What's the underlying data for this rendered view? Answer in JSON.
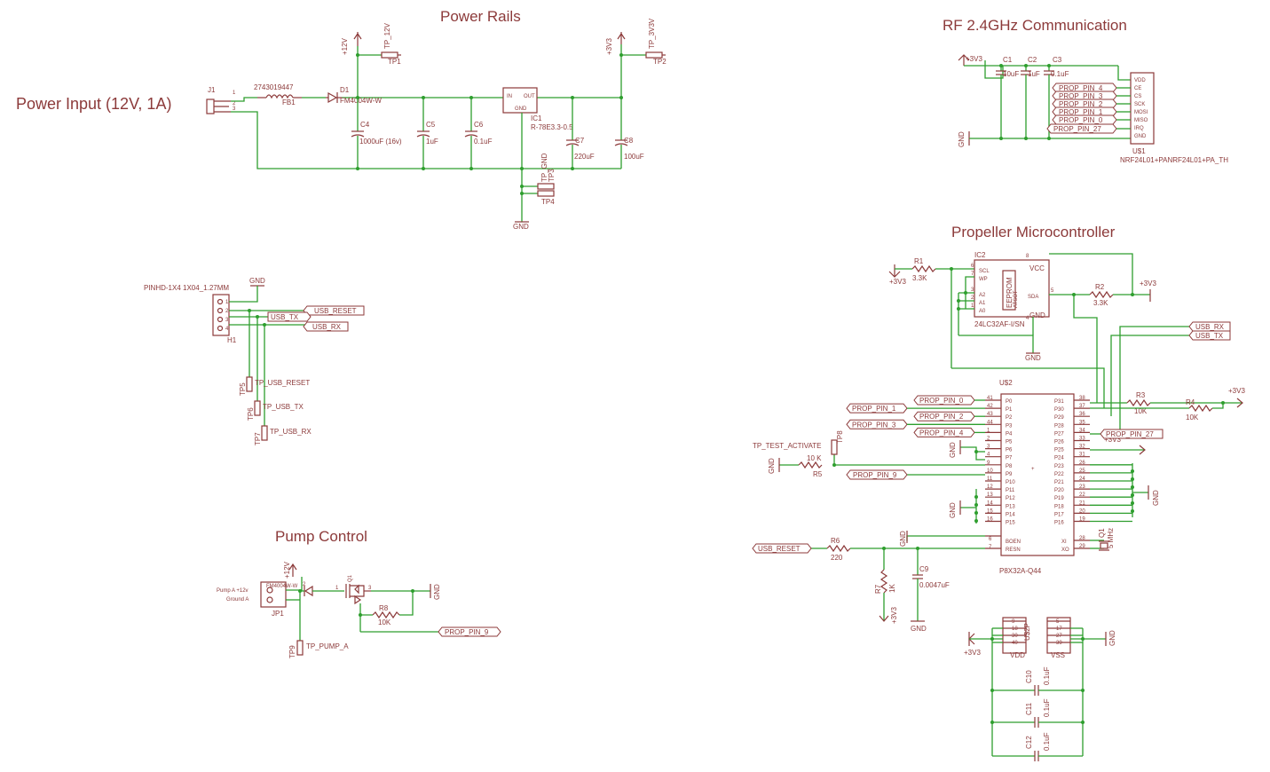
{
  "sections": {
    "power_rails": "Power Rails",
    "power_input": "Power Input (12V, 1A)",
    "rf": "RF 2.4GHz Communication",
    "propeller": "Propeller Microcontroller",
    "pump": "Pump Control"
  },
  "power": {
    "j1": "J1",
    "pin1": "1",
    "pin2": "2",
    "pin3": "3",
    "fb1": "FB1",
    "fb1_val": "2743019447",
    "d1": "D1",
    "d1_val": "FM4004W-W",
    "plus12": "+12V",
    "tp12": "TP_12V",
    "tp1": "TP1",
    "plus3v3": "+3V3",
    "tp3v3": "TP_3V3V",
    "tp2": "TP2",
    "c4": "C4",
    "c4_val": "1000uF (16v)",
    "c5": "C5",
    "c5_val": "1uF",
    "c6": "C6",
    "c6_val": "0.1uF",
    "ic1": "IC1",
    "ic1_val": "R-78E3.3-0.5",
    "ic1_in": "IN",
    "ic1_out": "OUT",
    "ic1_gnd": "GND",
    "c7": "C7",
    "c7_val": "220uF",
    "c8": "C8",
    "c8_val": "100uF",
    "tp_gnd": "TP_GND",
    "tp3": "TP3",
    "tp4": "TP4",
    "gnd": "GND"
  },
  "rf": {
    "plus3v3": "+3V3",
    "c1": "C1",
    "c1_val": "10uF",
    "c2": "C2",
    "c2_val": "1uF",
    "c3": "C3",
    "c3_val": "0.1uF",
    "gnd": "GND",
    "flags": [
      "PROP_PIN_4",
      "PROP_PIN_3",
      "PROP_PIN_2",
      "PROP_PIN_1",
      "PROP_PIN_0",
      "PROP_PIN_27"
    ],
    "pins": [
      "VDD",
      "CE",
      "CS",
      "SCK",
      "MOSI",
      "MISO",
      "IRQ",
      "GND"
    ],
    "u1": "U$1",
    "u1_val": "NRF24L01+PANRF24L01+PA_TH"
  },
  "usb": {
    "header": "PINHD-1X4 1X04_1.27MM",
    "h1": "H1",
    "gnd": "GND",
    "pins": [
      "1",
      "2",
      "3",
      "4"
    ],
    "reset": "USB_RESET",
    "tx": "USB_TX",
    "rx": "USB_RX",
    "tp5": "TP5",
    "tp5_lbl": "TP_USB_RESET",
    "tp6": "TP6",
    "tp6_lbl": "TP_USB_TX",
    "tp7": "TP7",
    "tp7_lbl": "TP_USB_RX"
  },
  "pump": {
    "lbl_a": "Pump A +12v",
    "lbl_b": "Ground A",
    "jp1": "JP1",
    "plus12": "+12V",
    "diode": "FM4004W-W",
    "q": "Q1",
    "pin1": "1",
    "pin2": "2",
    "pin3": "3",
    "r8": "R8",
    "r8_val": "10K",
    "gnd": "GND",
    "prop_pin9": "PROP_PIN_9",
    "tp9": "TP9",
    "tp9_lbl": "TP_PUMP_A"
  },
  "propeller": {
    "r1": "R1",
    "r1_val": "3.3K",
    "plus3v3_a": "+3V3",
    "ic2": "IC2",
    "ic2_val": "24LC32AF-I/SN",
    "eeprom": "EEPROM",
    "eeprom_sub": "ATSOT",
    "ic2_pins": [
      "SCL",
      "WP",
      "A2",
      "A1",
      "A0",
      "SDA",
      "VCC",
      "GND"
    ],
    "ic2_nums": [
      "6",
      "7",
      "3",
      "2",
      "1",
      "5",
      "8",
      "4"
    ],
    "r2": "R2",
    "r2_val": "3.3K",
    "plus3v3_b": "+3V3",
    "gnd_ic2": "GND",
    "usb_rx": "USB_RX",
    "usb_tx": "USB_TX",
    "u2": "U$2",
    "u2_val": "P8X32A-Q44",
    "left_pins": [
      "P0",
      "P1",
      "P2",
      "P3",
      "P4",
      "P5",
      "P6",
      "P7",
      "P8",
      "P9",
      "P10",
      "P11",
      "P12",
      "P13",
      "P14",
      "P15"
    ],
    "left_nums": [
      "41",
      "42",
      "43",
      "44",
      "1",
      "2",
      "3",
      "4",
      "9",
      "10",
      "11",
      "12",
      "13",
      "14",
      "15",
      "16"
    ],
    "right_pins": [
      "P31",
      "P30",
      "P29",
      "P28",
      "P27",
      "P26",
      "P25",
      "P24",
      "P23",
      "P22",
      "P21",
      "P20",
      "P19",
      "P18",
      "P17",
      "P16"
    ],
    "right_nums": [
      "38",
      "37",
      "36",
      "35",
      "34",
      "33",
      "32",
      "31",
      "26",
      "25",
      "24",
      "23",
      "22",
      "21",
      "20",
      "19"
    ],
    "prop_pins_left": [
      "PROP_PIN_0",
      "PROP_PIN_1",
      "PROP_PIN_2",
      "PROP_PIN_3",
      "PROP_PIN_4"
    ],
    "prop_pin27": "PROP_PIN_27",
    "prop_pin9": "PROP_PIN_9",
    "r3": "R3",
    "r3_val": "10K",
    "r4": "R4",
    "r4_val": "10K",
    "plus3v3_c": "+3V3",
    "plus3v3_d": "+3V3",
    "tp_test": "TP_TEST_ACTIVATE",
    "tp8": "TP8",
    "r5": "R5",
    "r5_val": "10 K",
    "gnd_a": "GND",
    "gnd_b": "GND",
    "gnd_c": "GND",
    "gnd_d": "GND",
    "boen": "BOEN",
    "resn": "RESN",
    "x1": "XI",
    "x0": "XO",
    "boen_num": "6",
    "resn_num": "7",
    "xi_num": "28",
    "xo_num": "29",
    "q1": "Q1",
    "q1_val": "5 MHz",
    "usb_reset": "USB_RESET",
    "r6": "R6",
    "r6_val": "220",
    "r7": "R7",
    "r7_val": "1K",
    "c9": "C9",
    "c9_val": "0.0047uF",
    "gnd_e": "GND",
    "gnd_f": "GND",
    "plus3v3_e": "+3V3"
  },
  "supply": {
    "plus3v3": "+3V3",
    "vdd_nums": [
      "9",
      "18",
      "30",
      "40"
    ],
    "vss_nums": [
      "5",
      "17",
      "27",
      "39"
    ],
    "vdd": "VDD",
    "vss": "VSS",
    "u2": "U$2P",
    "gnd": "GND",
    "c10": "C10",
    "c10_val": "0.1uF",
    "c11": "C11",
    "c11_val": "0.1uF",
    "c12": "C12",
    "c12_val": "0.1uF"
  }
}
